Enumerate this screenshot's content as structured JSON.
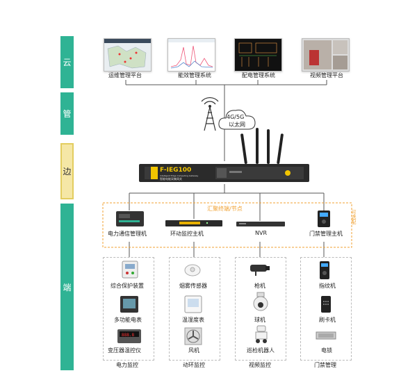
{
  "layers": {
    "cloud": "云",
    "pipe": "管",
    "edge": "边",
    "end": "端"
  },
  "platforms": [
    "运维管理平台",
    "能效管理系统",
    "配电管理系统",
    "视频管理平台"
  ],
  "network": {
    "line1": "4G/5G",
    "line2": "以太网"
  },
  "gateway": {
    "model": "F-IEG100",
    "sub1": "Intelligent Edge Computing Gateway",
    "sub2": "智能电能采集网关"
  },
  "aggregation": {
    "title": "汇聚终端/节点",
    "side": "可选配"
  },
  "hosts": [
    "电力通信管理机",
    "环动监控主机",
    "NVR",
    "门禁管理主机"
  ],
  "groups": [
    {
      "name": "电力监控",
      "items": [
        "综合保护装置",
        "多功能电表",
        "变压器温控仪"
      ]
    },
    {
      "name": "动环监控",
      "items": [
        "烟雾传感器",
        "温湿度表",
        "风机"
      ]
    },
    {
      "name": "视频监控",
      "items": [
        "枪机",
        "球机",
        "巡检机器人"
      ]
    },
    {
      "name": "门禁管理",
      "items": [
        "指纹机",
        "刷卡机",
        "电锁"
      ]
    }
  ],
  "colors": {
    "layer": "#2fb394",
    "edge_fill": "#f5e7a6",
    "accent": "#f0a030",
    "line": "#555555"
  }
}
